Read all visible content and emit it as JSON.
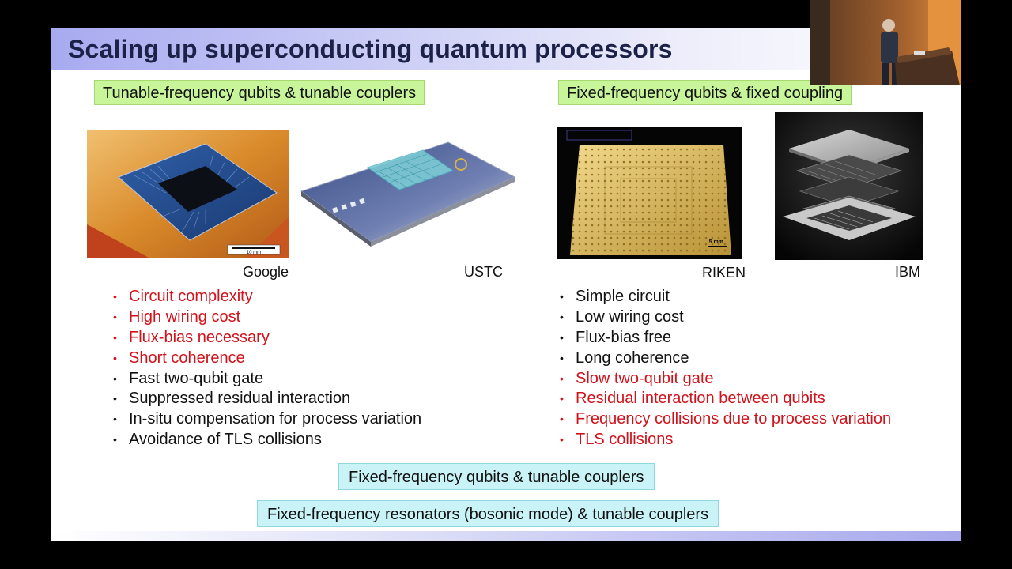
{
  "slide": {
    "title": "Scaling up superconducting quantum processors",
    "left_heading": "Tunable-frequency qubits & tunable couplers",
    "right_heading": "Fixed-frequency qubits & fixed coupling",
    "images": {
      "google": {
        "caption": "Google",
        "scale_label": "10 mm"
      },
      "ustc": {
        "caption": "USTC"
      },
      "riken": {
        "caption": "RIKEN",
        "scale_label": "5 mm"
      },
      "ibm": {
        "caption": "IBM"
      }
    },
    "left_points": [
      {
        "text": "Circuit complexity",
        "tone": "red"
      },
      {
        "text": "High wiring cost",
        "tone": "red"
      },
      {
        "text": "Flux-bias necessary",
        "tone": "red"
      },
      {
        "text": "Short coherence",
        "tone": "red"
      },
      {
        "text": "Fast two-qubit gate",
        "tone": "black"
      },
      {
        "text": "Suppressed residual interaction",
        "tone": "black"
      },
      {
        "text": "In-situ compensation for process variation",
        "tone": "black"
      },
      {
        "text": "Avoidance of TLS collisions",
        "tone": "black"
      }
    ],
    "right_points": [
      {
        "text": "Simple circuit",
        "tone": "black"
      },
      {
        "text": "Low wiring cost",
        "tone": "black"
      },
      {
        "text": "Flux-bias free",
        "tone": "black"
      },
      {
        "text": "Long coherence",
        "tone": "black"
      },
      {
        "text": "Slow two-qubit gate",
        "tone": "red"
      },
      {
        "text": "Residual interaction between qubits",
        "tone": "red"
      },
      {
        "text": "Frequency collisions due to process variation",
        "tone": "red"
      },
      {
        "text": "TLS collisions",
        "tone": "red"
      }
    ],
    "bottom_box_1": "Fixed-frequency qubits & tunable couplers",
    "bottom_box_2": "Fixed-frequency resonators (bosonic mode) & tunable couplers",
    "bullet_glyph": "•"
  },
  "colors": {
    "accent_red": "#d0121b",
    "title_navy": "#1c2148",
    "green_box": "#c9f59a",
    "cyan_box": "#c9f3f7"
  },
  "icons": {
    "webcam": "presenter-video-feed"
  }
}
